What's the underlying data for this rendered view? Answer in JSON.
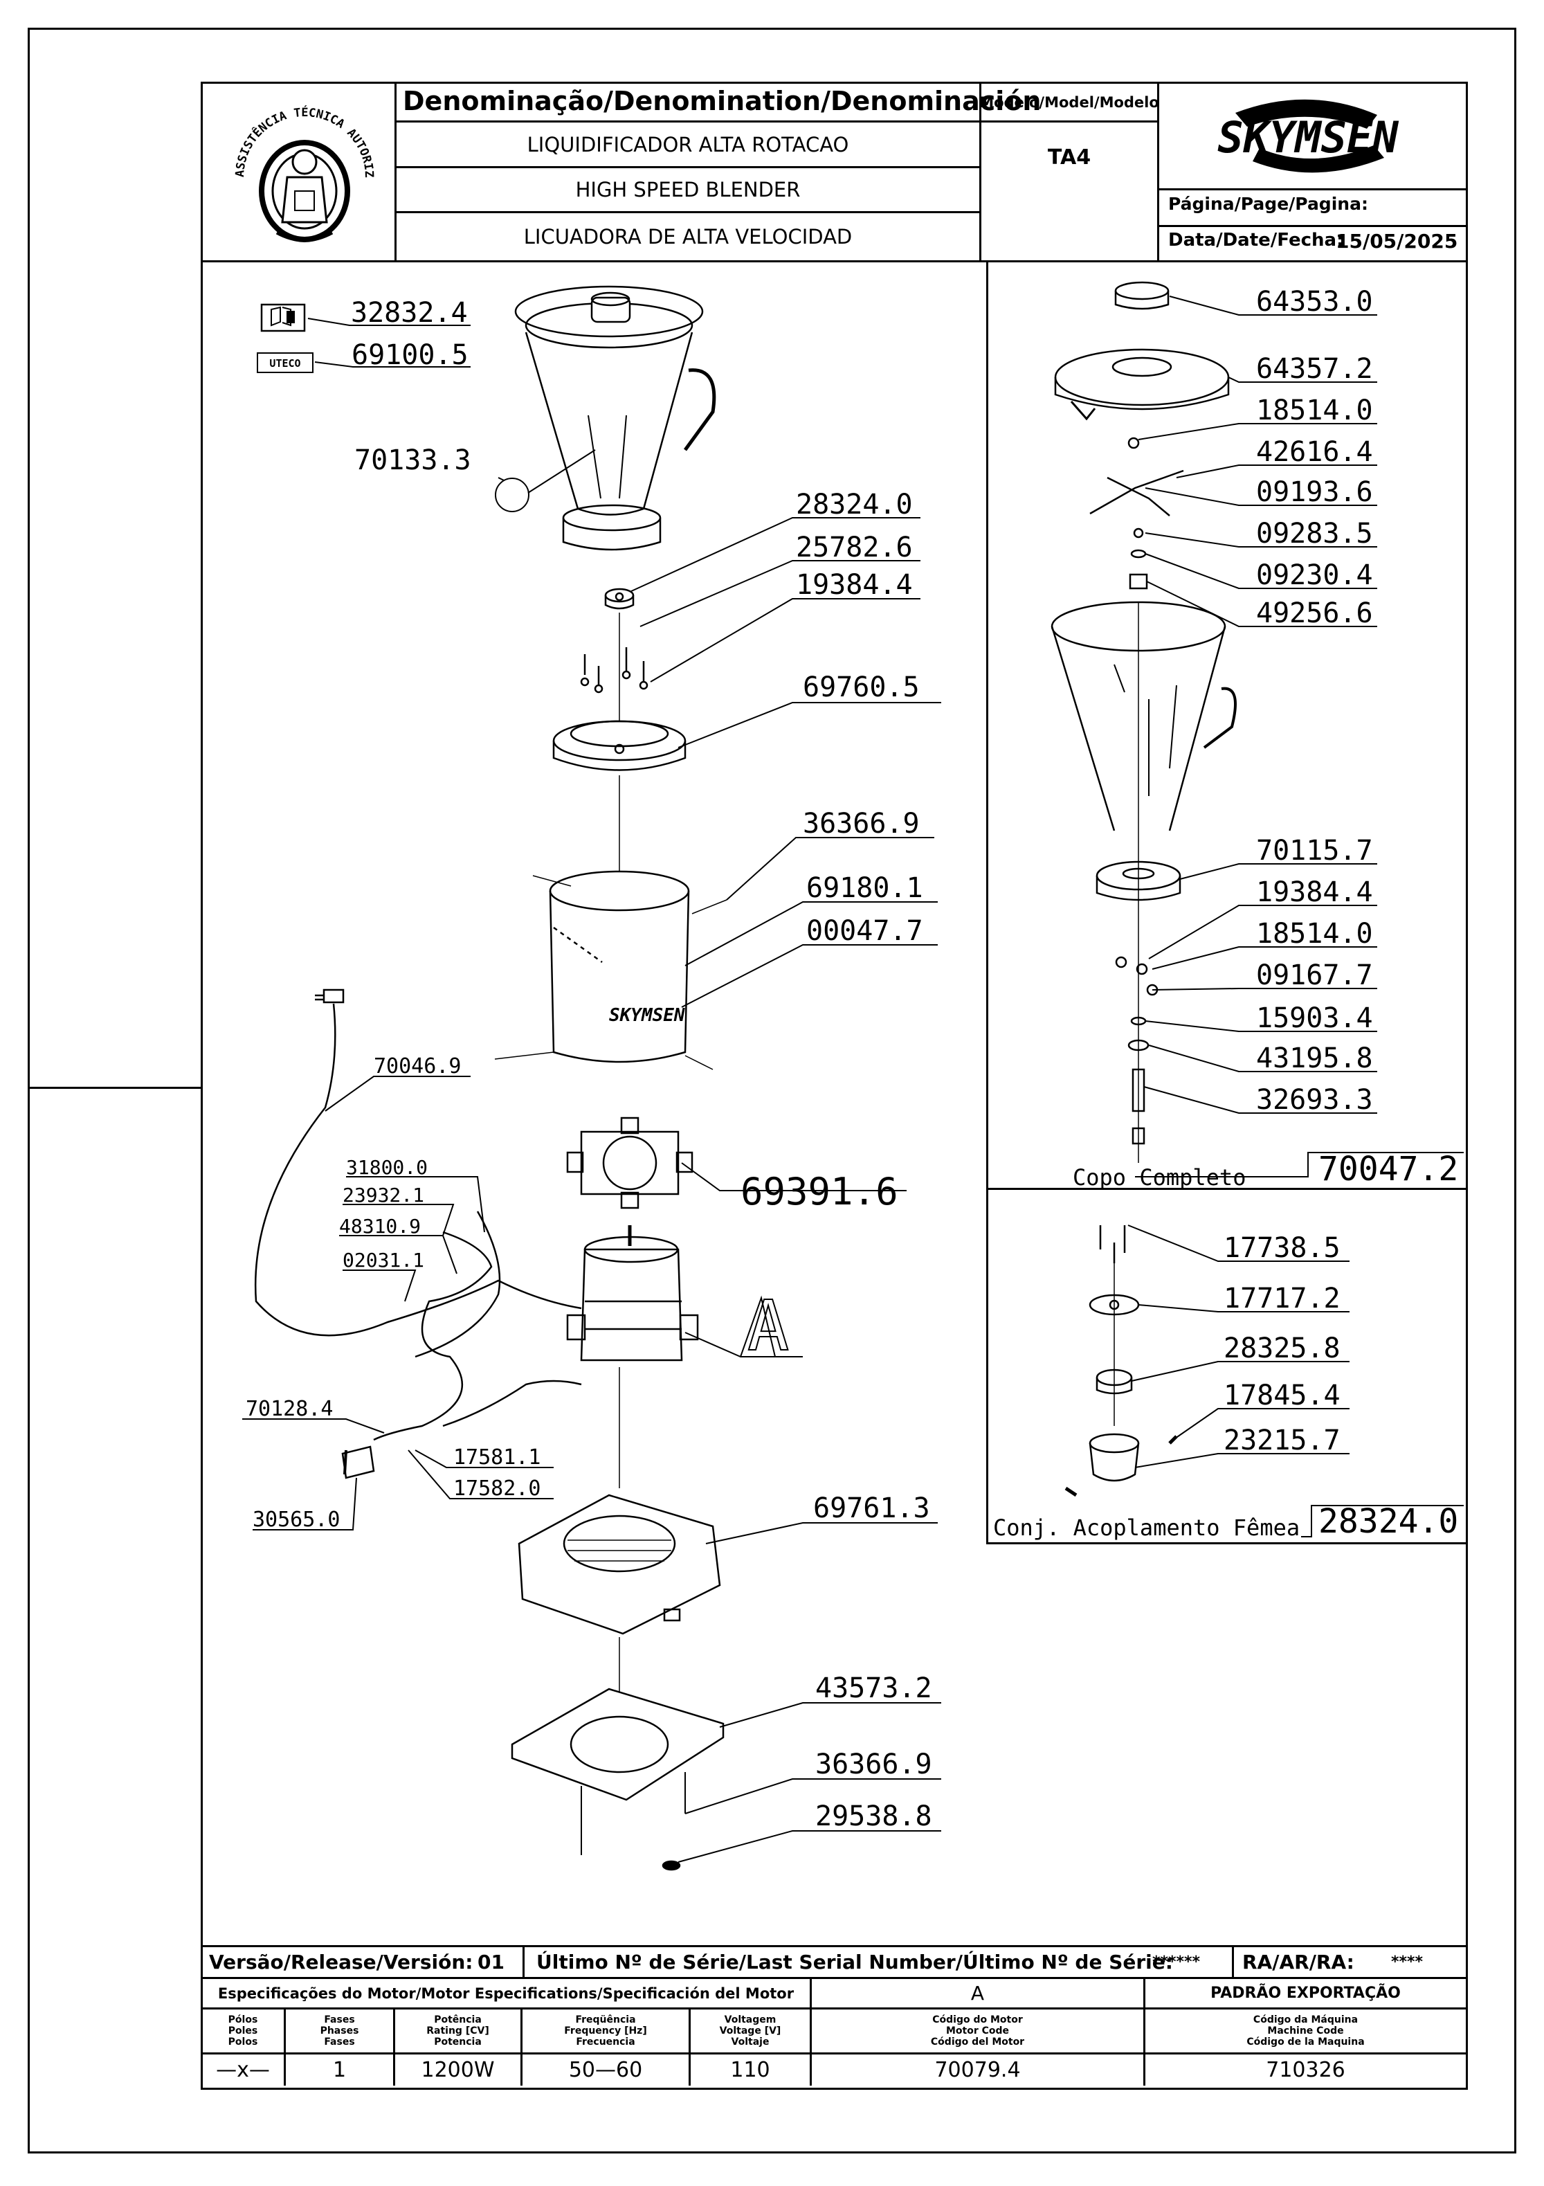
{
  "header": {
    "denomination_label": "Denominação/Denomination/Denominación",
    "name_pt": "LIQUIDIFICADOR ALTA ROTACAO",
    "name_en": "HIGH SPEED BLENDER",
    "name_es": "LICUADORA DE ALTA VELOCIDAD",
    "model_label": "Modelo/Model/Modelo",
    "model_value": "TA4",
    "brand": "SKYMSEN",
    "page_label": "Página/Page/Pagina:",
    "page_value": "",
    "date_label": "Data/Date/Fecha:",
    "date_value": "15/05/2025",
    "seal_text_top": "ASSISTÊNCIA TÉCNICA AUTORIZADA"
  },
  "main_parts": [
    {
      "code": "32832.4",
      "icon": "manual-icon"
    },
    {
      "code": "69100.5",
      "icon": "uteco-tag-icon",
      "icon_text": "UTECO"
    },
    {
      "code": "70133.3"
    },
    {
      "code": "28324.0"
    },
    {
      "code": "25782.6"
    },
    {
      "code": "19384.4"
    },
    {
      "code": "69760.5"
    },
    {
      "code": "36366.9"
    },
    {
      "code": "69180.1"
    },
    {
      "code": "00047.7"
    },
    {
      "code": "70046.9"
    },
    {
      "code": "31800.0"
    },
    {
      "code": "23932.1"
    },
    {
      "code": "48310.9"
    },
    {
      "code": "02031.1"
    },
    {
      "code": "69391.6"
    },
    {
      "code": "A"
    },
    {
      "code": "70128.4"
    },
    {
      "code": "17581.1"
    },
    {
      "code": "17582.0"
    },
    {
      "code": "30565.0"
    },
    {
      "code": "69761.3"
    },
    {
      "code": "43573.2"
    },
    {
      "code": "36366.9"
    },
    {
      "code": "29538.8"
    }
  ],
  "cup_parts": {
    "items": [
      "64353.0",
      "64357.2",
      "18514.0",
      "42616.4",
      "09193.6",
      "09283.5",
      "09230.4",
      "49256.6",
      "70115.7",
      "19384.4",
      "18514.0",
      "09167.7",
      "15903.4",
      "43195.8",
      "32693.3"
    ],
    "title": "Copo Completo",
    "code": "70047.2"
  },
  "coupling_parts": {
    "items": [
      "17738.5",
      "17717.2",
      "28325.8",
      "17845.4",
      "23215.7"
    ],
    "title": "Conj. Acoplamento Fêmea",
    "code": "28324.0"
  },
  "footer": {
    "version_label": "Versão/Release/Versión:",
    "version_value": "01",
    "serial_label": "Último Nº de Série/Last Serial Number/Último Nº de Série:",
    "serial_value": "******",
    "ra_label": "RA/AR/RA:",
    "ra_value": "****",
    "motor_spec_label": "Especificações do Motor/Motor Especifications/Specificación del Motor",
    "motor_letter": "A",
    "export_label": "PADRÃO EXPORTAÇÃO",
    "columns": [
      {
        "h1": "Pólos",
        "h2": "Poles",
        "h3": "Polos",
        "value": "—x—"
      },
      {
        "h1": "Fases",
        "h2": "Phases",
        "h3": "Fases",
        "value": "1"
      },
      {
        "h1": "Potência",
        "h2": "Rating [CV]",
        "h3": "Potencia",
        "value": "1200W"
      },
      {
        "h1": "Freqüência",
        "h2": "Frequency [Hz]",
        "h3": "Frecuencia",
        "value": "50—60"
      },
      {
        "h1": "Voltagem",
        "h2": "Voltage [V]",
        "h3": "Voltaje",
        "value": "110"
      },
      {
        "h1": "Código do Motor",
        "h2": "Motor Code",
        "h3": "Código del Motor",
        "value": "70079.4"
      },
      {
        "h1": "Código da Máquina",
        "h2": "Machine Code",
        "h3": "Código de la Maquina",
        "value": "710326"
      }
    ]
  }
}
